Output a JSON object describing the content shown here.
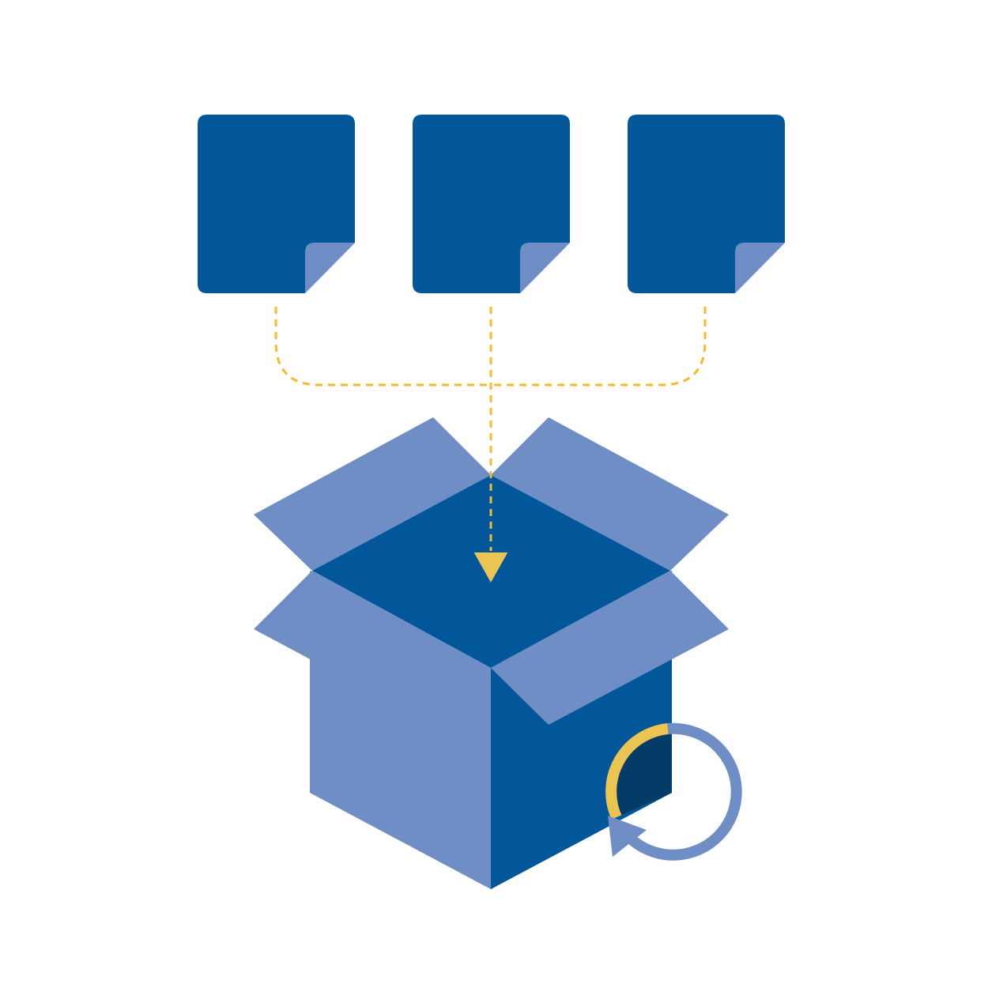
{
  "diagram": {
    "documents": [
      {
        "name": "document-1"
      },
      {
        "name": "document-2"
      },
      {
        "name": "document-3"
      }
    ],
    "connector_style": "dashed",
    "arrow_direction": "down",
    "container": "open-box",
    "badge_icon": "refresh-icon"
  },
  "colors": {
    "background": "#ffffff",
    "document_fill": "#02569a",
    "document_fold": "#6e8ec5",
    "box_light": "#6e8ec5",
    "box_dark": "#02569a",
    "box_shadow": "#033c66",
    "connector": "#f5b82e",
    "arrow_fill": "#ecc452",
    "arrow_stroke": "#02569a",
    "refresh_ring": "#6e8ec5",
    "refresh_accent": "#ecc452"
  }
}
